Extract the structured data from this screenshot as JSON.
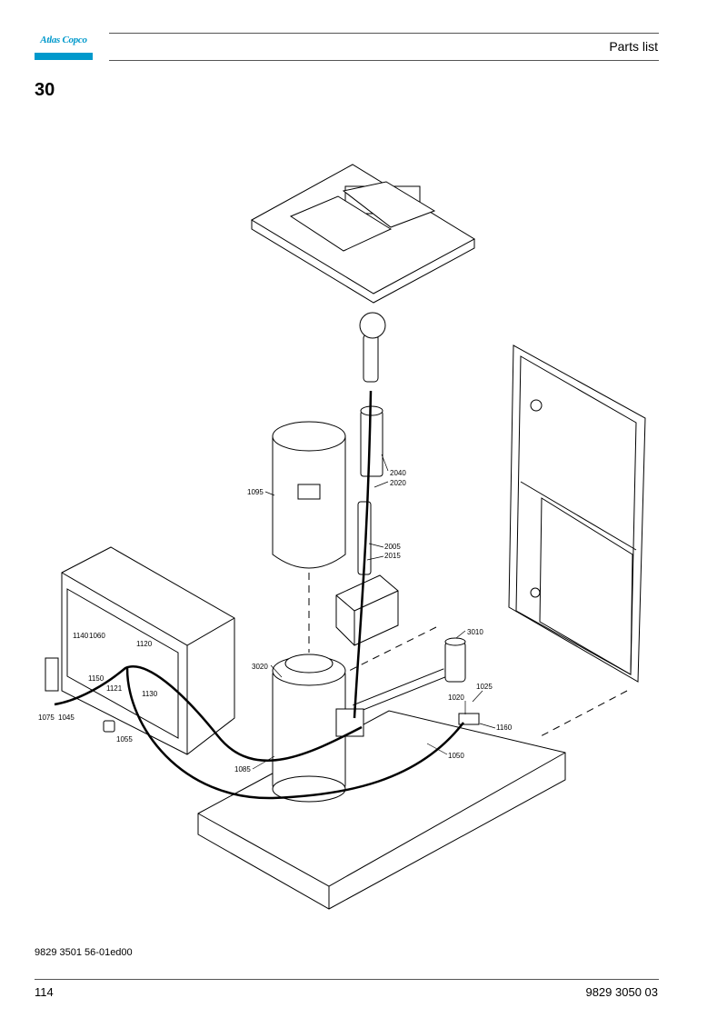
{
  "header": {
    "logo_text": "Atlas Copco",
    "title": "Parts list"
  },
  "page_number": "30",
  "drawing": {
    "callouts": [
      "2040",
      "2020",
      "1095",
      "2005",
      "2015",
      "3010",
      "1140",
      "1060",
      "1120",
      "3020",
      "1025",
      "1020",
      "1150",
      "1121",
      "1130",
      "1160",
      "1075",
      "1045",
      "1055",
      "1050",
      "1085"
    ]
  },
  "doc_ref": "9829 3501 56-01ed00",
  "footer": {
    "page": "114",
    "doc_number": "9829 3050 03"
  }
}
